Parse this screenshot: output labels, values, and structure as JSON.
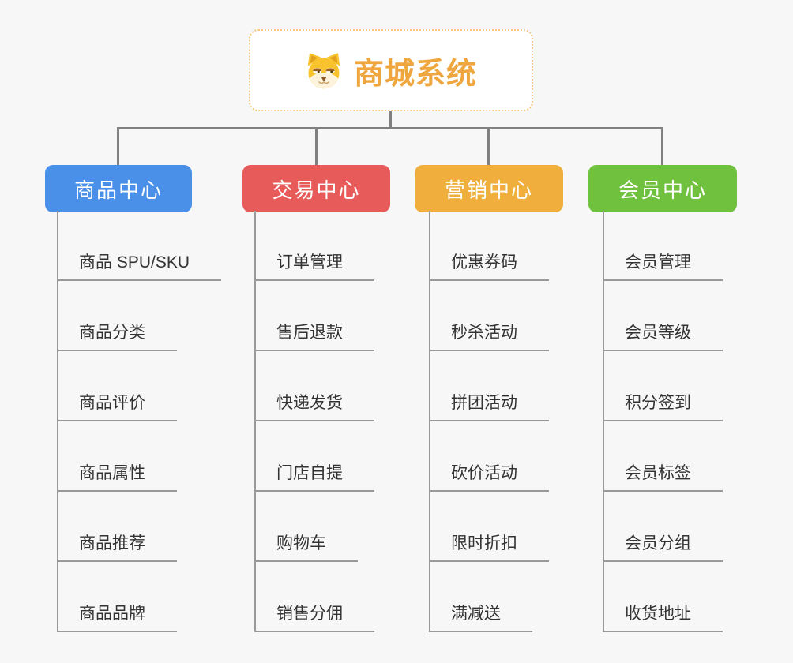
{
  "root": {
    "title": "商城系统",
    "icon": "shiba-dog-icon",
    "title_color": "#F0A63E",
    "border_color": "#F6C883"
  },
  "branches": [
    {
      "label": "商品中心",
      "color": "#4A90E8",
      "items": [
        "商品 SPU/SKU",
        "商品分类",
        "商品评价",
        "商品属性",
        "商品推荐",
        "商品品牌"
      ]
    },
    {
      "label": "交易中心",
      "color": "#E85B5B",
      "items": [
        "订单管理",
        "售后退款",
        "快递发货",
        "门店自提",
        "购物车",
        "销售分佣"
      ]
    },
    {
      "label": "营销中心",
      "color": "#F0AF3C",
      "items": [
        "优惠券码",
        "秒杀活动",
        "拼团活动",
        "砍价活动",
        "限时折扣",
        "满减送"
      ]
    },
    {
      "label": "会员中心",
      "color": "#6FC13E",
      "items": [
        "会员管理",
        "会员等级",
        "积分签到",
        "会员标签",
        "会员分组",
        "收货地址"
      ]
    }
  ],
  "canvas": {
    "background_color": "#F7F7F7",
    "connector_color": "#808080",
    "leaf_line_color": "#999999",
    "leaf_text_color": "#333333"
  }
}
